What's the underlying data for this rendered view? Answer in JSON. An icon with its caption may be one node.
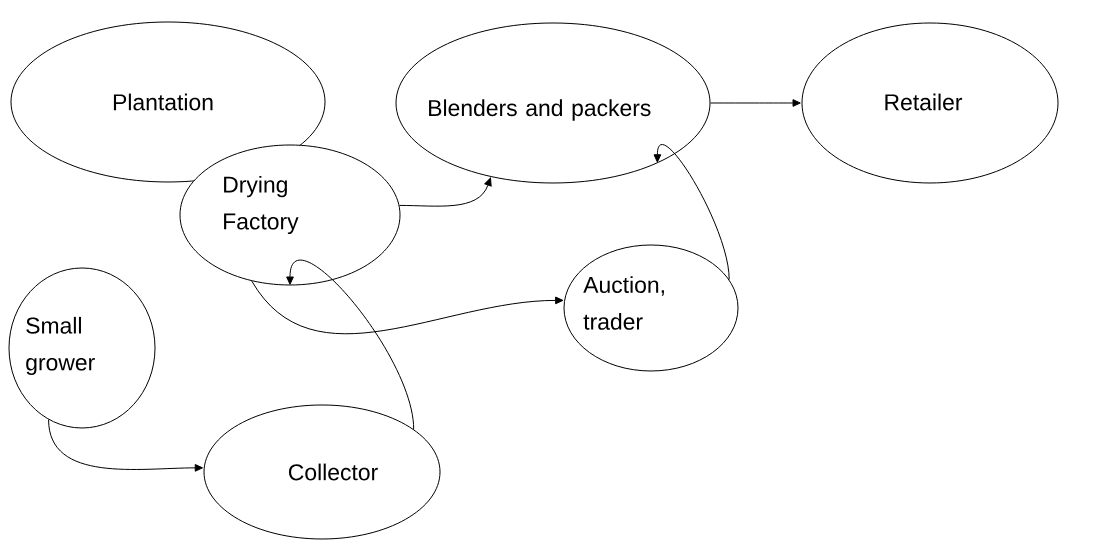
{
  "diagram": {
    "nodes": [
      {
        "text": [
          "Plantation"
        ]
      },
      {
        "text": [
          "Drying Factory"
        ]
      },
      {
        "text": [
          "Blenders and packers"
        ]
      },
      {
        "text": [
          "Retailer"
        ]
      },
      {
        "text": [
          "Auction, trader"
        ]
      },
      {
        "text": [
          "Small grower"
        ]
      },
      {
        "text": [
          "Collector"
        ]
      }
    ],
    "edges": [
      {
        "from": 1,
        "to": 2,
        "arrow": "to"
      },
      {
        "from": 2,
        "to": 3,
        "arrow": "to"
      },
      {
        "from": 1,
        "to": 4,
        "arrow": "to"
      },
      {
        "from": 4,
        "to": 2,
        "arrow": "to"
      },
      {
        "from": 5,
        "to": 6,
        "arrow": "to"
      },
      {
        "from": 6,
        "to": 1,
        "arrow": "to"
      }
    ]
  }
}
